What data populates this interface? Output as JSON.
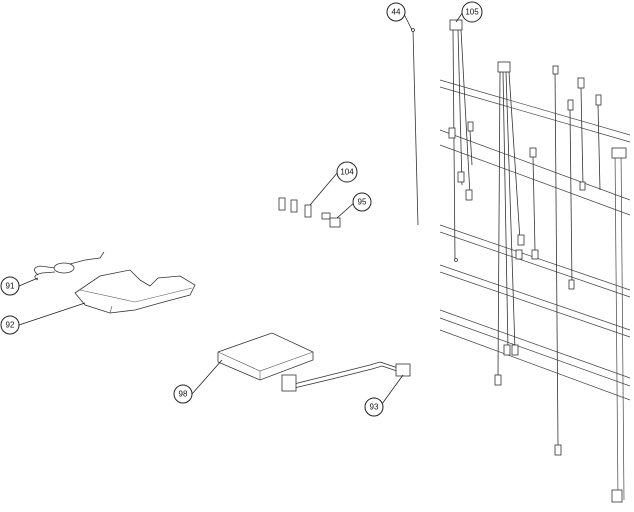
{
  "callouts": [
    {
      "id": "c44",
      "label": "44"
    },
    {
      "id": "c105",
      "label": "105"
    },
    {
      "id": "c104",
      "label": "104"
    },
    {
      "id": "c95",
      "label": "95"
    },
    {
      "id": "c91",
      "label": "91"
    },
    {
      "id": "c92",
      "label": "92"
    },
    {
      "id": "c98",
      "label": "98"
    },
    {
      "id": "c93",
      "label": "93"
    }
  ],
  "colors": {
    "line": "#333333",
    "background": "#ffffff"
  }
}
